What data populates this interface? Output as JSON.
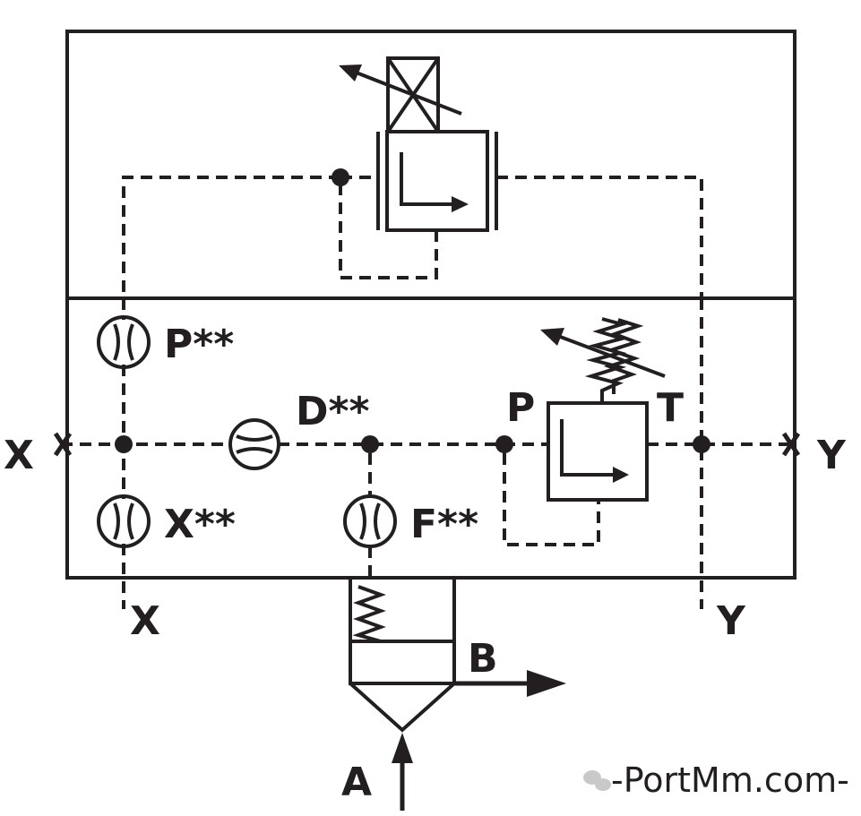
{
  "labels": {
    "x_left": "X",
    "y_right": "Y",
    "x_bottom": "X",
    "y_bottom": "Y",
    "p_orifice": "P**",
    "d_orifice": "D**",
    "x_orifice": "X**",
    "f_orifice": "F**",
    "relief_p": "P",
    "relief_t": "T",
    "port_a": "A",
    "port_b": "B"
  },
  "watermark": {
    "text": "-PortMm.com-",
    "icon": "wechat-icon"
  },
  "colors": {
    "line": "#231f20",
    "background": "#ffffff"
  }
}
